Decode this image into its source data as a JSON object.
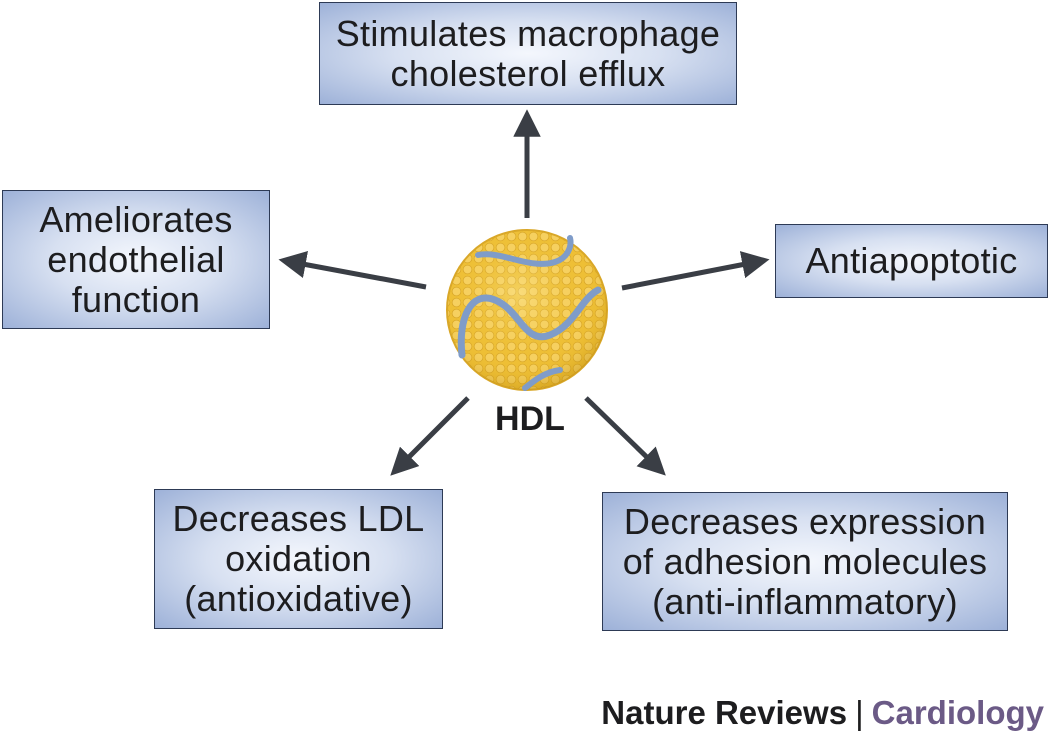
{
  "center": {
    "label": "HDL"
  },
  "boxes": {
    "top": {
      "lines": [
        "Stimulates macrophage",
        "cholesterol efflux"
      ]
    },
    "left": {
      "lines": [
        "Ameliorates",
        "endothelial",
        "function"
      ]
    },
    "right": {
      "lines": [
        "Antiapoptotic"
      ]
    },
    "bottom_left": {
      "lines": [
        "Decreases LDL",
        "oxidation",
        "(antioxidative)"
      ]
    },
    "bottom_right": {
      "lines": [
        "Decreases expression",
        "of adhesion molecules",
        "(anti-inflammatory)"
      ]
    }
  },
  "footer": {
    "journal": "Nature Reviews",
    "separator": "|",
    "section": "Cardiology"
  },
  "colors": {
    "box_fill": "#c9d5ec",
    "box_border": "#2d3a55",
    "arrow": "#3a3e45",
    "hdl_particle": "#f0c43a",
    "protein_ribbon": "#7f9cc9",
    "footer_section": "#6b5a86"
  }
}
